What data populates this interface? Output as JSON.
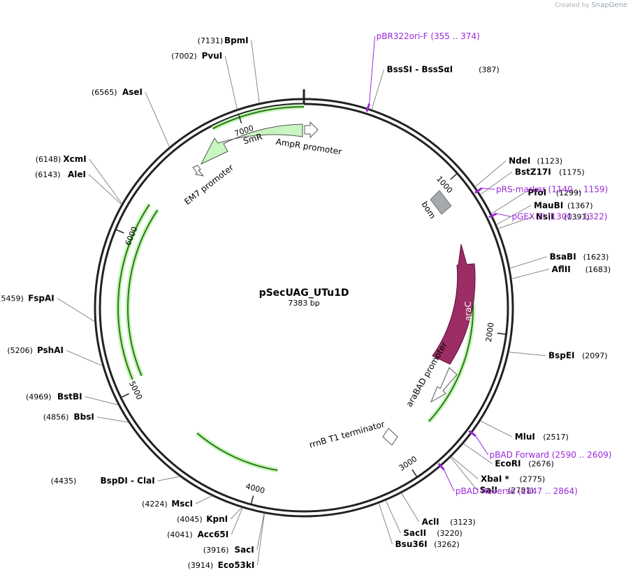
{
  "credit": {
    "prefix": "Created by",
    "brand": "SnapGene"
  },
  "plasmid": {
    "name": "pSecUAG_UTu1D",
    "size_label": "7383 bp",
    "length": 7383
  },
  "ticks": [
    {
      "bp": 1000,
      "label": "1000"
    },
    {
      "bp": 2000,
      "label": "2000"
    },
    {
      "bp": 3000,
      "label": "3000"
    },
    {
      "bp": 4000,
      "label": "4000"
    },
    {
      "bp": 5000,
      "label": "5000"
    },
    {
      "bp": 6000,
      "label": "6000"
    },
    {
      "bp": 7000,
      "label": "7000"
    }
  ],
  "sites": [
    {
      "bp": 7131,
      "name": "BpmI",
      "pos": "(7131)",
      "side": "left"
    },
    {
      "bp": 7002,
      "name": "PvuI",
      "pos": "(7002)",
      "side": "left"
    },
    {
      "bp": 6565,
      "name": "AseI",
      "pos": "(6565)",
      "side": "left"
    },
    {
      "bp": 6148,
      "name": "XcmI",
      "pos": "(6148)",
      "side": "left"
    },
    {
      "bp": 6143,
      "name": "AleI",
      "pos": "(6143)",
      "side": "left"
    },
    {
      "bp": 5459,
      "name": "FspAI",
      "pos": "(5459)",
      "side": "left"
    },
    {
      "bp": 5206,
      "name": "PshAI",
      "pos": "(5206)",
      "side": "left"
    },
    {
      "bp": 4969,
      "name": "BstBI",
      "pos": "(4969)",
      "side": "left"
    },
    {
      "bp": 4856,
      "name": "BbsI",
      "pos": "(4856)",
      "side": "left"
    },
    {
      "bp": 4435,
      "name": "BspDI  -  ClaI",
      "pos": "(4435)",
      "side": "left"
    },
    {
      "bp": 4224,
      "name": "MscI",
      "pos": "(4224)",
      "side": "left"
    },
    {
      "bp": 4045,
      "name": "KpnI",
      "pos": "(4045)",
      "side": "left"
    },
    {
      "bp": 4041,
      "name": "Acc65I",
      "pos": "(4041)",
      "side": "left"
    },
    {
      "bp": 3916,
      "name": "SacI",
      "pos": "(3916)",
      "side": "left"
    },
    {
      "bp": 3914,
      "name": "Eco53kI",
      "pos": "(3914)",
      "side": "left"
    },
    {
      "bp": 387,
      "name": "BssSI  -  BssSαI",
      "pos": "(387)",
      "side": "right"
    },
    {
      "bp": 1123,
      "name": "NdeI",
      "pos": "(1123)",
      "side": "right"
    },
    {
      "bp": 1175,
      "name": "BstZ17I",
      "pos": "(1175)",
      "side": "right"
    },
    {
      "bp": 1299,
      "name": "PfoI",
      "pos": "(1299)",
      "side": "right"
    },
    {
      "bp": 1367,
      "name": "MauBI",
      "pos": "(1367)",
      "side": "right"
    },
    {
      "bp": 1391,
      "name": "NsiI",
      "pos": "(1391)",
      "side": "right"
    },
    {
      "bp": 1623,
      "name": "BsaBI",
      "pos": "(1623)",
      "side": "right"
    },
    {
      "bp": 1683,
      "name": "AflII",
      "pos": "(1683)",
      "side": "right"
    },
    {
      "bp": 2097,
      "name": "BspEI",
      "pos": "(2097)",
      "side": "right"
    },
    {
      "bp": 2517,
      "name": "MluI",
      "pos": "(2517)",
      "side": "right"
    },
    {
      "bp": 2676,
      "name": "EcoRI",
      "pos": "(2676)",
      "side": "right"
    },
    {
      "bp": 2775,
      "name": "XbaI *",
      "pos": "(2775)",
      "side": "right"
    },
    {
      "bp": 2781,
      "name": "SalI",
      "pos": "(2781)",
      "side": "right"
    },
    {
      "bp": 3123,
      "name": "AclI",
      "pos": "(3123)",
      "side": "right"
    },
    {
      "bp": 3220,
      "name": "SacII",
      "pos": "(3220)",
      "side": "right"
    },
    {
      "bp": 3262,
      "name": "Bsu36I",
      "pos": "(3262)",
      "side": "right"
    }
  ],
  "primers": [
    {
      "bp": 364,
      "name": "pBR322ori-F",
      "range": "(355 .. 374)"
    },
    {
      "bp": 1150,
      "name": "pRS-marker",
      "range": "(1140 .. 1159)"
    },
    {
      "bp": 1311,
      "name": "pGEX 3'",
      "range": "(1300 .. 1322)"
    },
    {
      "bp": 2600,
      "name": "pBAD Forward",
      "range": "(2590 .. 2609)"
    },
    {
      "bp": 2855,
      "name": "pBAD Reverse",
      "range": "(2847 .. 2864)"
    }
  ],
  "features": {
    "smr": {
      "label": "SmR",
      "color": "#c8f5c0"
    },
    "arac": {
      "label": "araC",
      "color": "#9b2d64"
    },
    "bom": {
      "label": "bom",
      "color": "#a4a9ae"
    },
    "ampr_promoter": {
      "label": "AmpR promoter"
    },
    "em7_promoter": {
      "label": "EM7 promoter"
    },
    "arabad_promoter": {
      "label": "araBAD promoter"
    },
    "rrnb_terminator": {
      "label": "rrnB T1 terminator"
    }
  },
  "colors": {
    "backbone": "#222222",
    "primer": "#9b27d8",
    "orf_glow": "#c8f5c0",
    "orf_line": "#2a7a10"
  }
}
